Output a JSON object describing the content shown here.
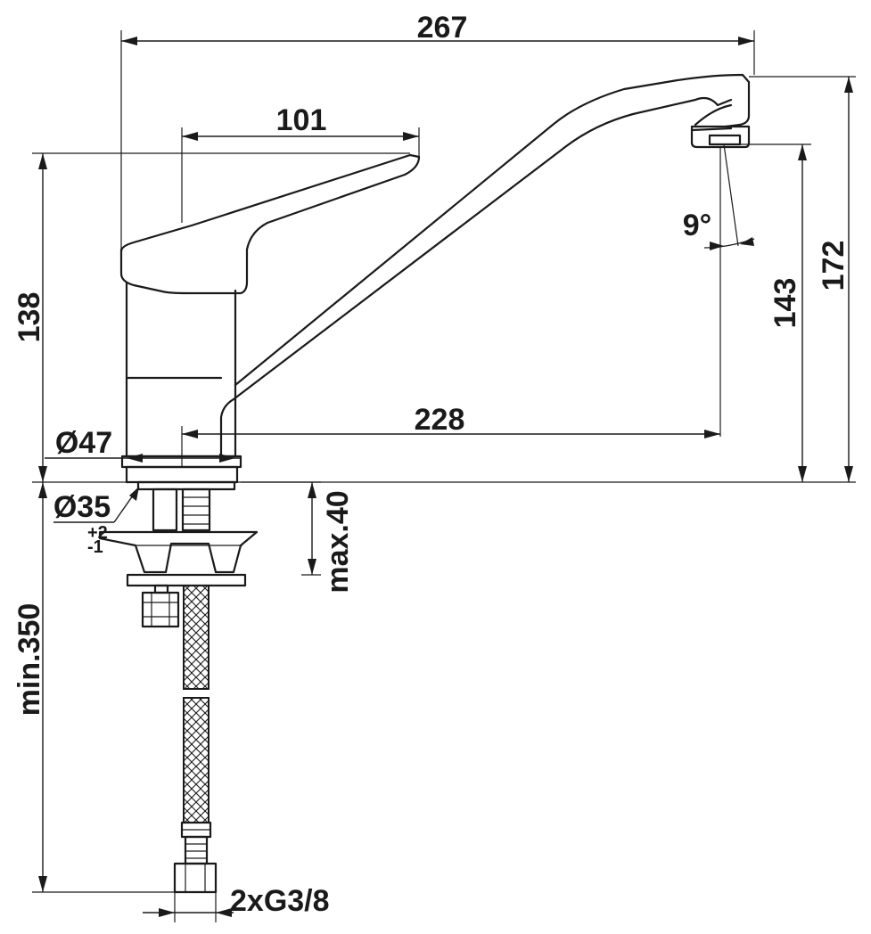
{
  "dimensions": {
    "overall_length": "267",
    "lever_length": "101",
    "spout_reach": "228",
    "body_height": "138",
    "outlet_height": "143",
    "total_height": "172",
    "body_diameter": "Ø47",
    "hole_diameter": "Ø35",
    "tolerance_plus": "+2",
    "tolerance_minus": "-1",
    "max_counter_thickness": "max.40",
    "min_hose_length": "min.350",
    "connection": "2xG3/8",
    "outlet_angle": "9°"
  },
  "colors": {
    "line": "#1a1a1a",
    "background": "#ffffff"
  }
}
